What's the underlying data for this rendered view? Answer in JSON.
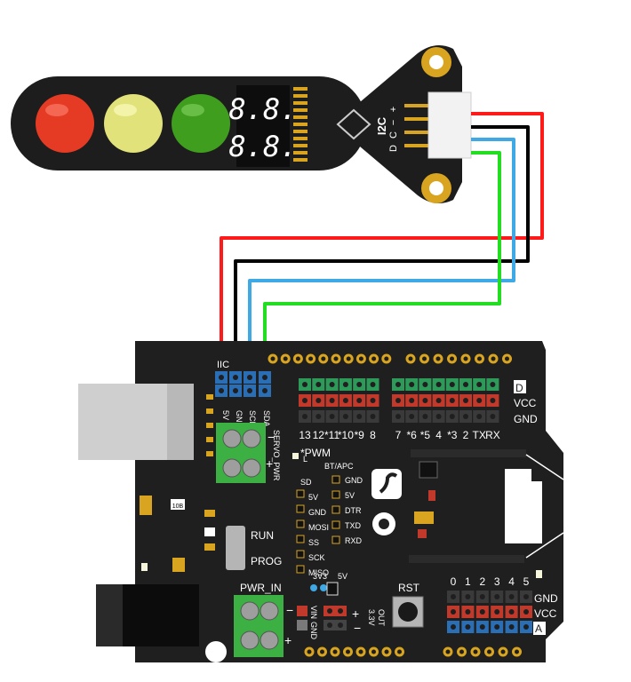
{
  "module": {
    "connector_label": "I2C",
    "pin_labels": [
      "+",
      "−",
      "C",
      "D"
    ],
    "display_digits": [
      "8.8.",
      "8.8."
    ],
    "lights": [
      {
        "name": "red",
        "color": "#e53b25"
      },
      {
        "name": "yellow",
        "color": "#e2e27a"
      },
      {
        "name": "green",
        "color": "#3f9e1e"
      }
    ]
  },
  "wires": [
    {
      "color": "#ff1a1a"
    },
    {
      "color": "#000000"
    },
    {
      "color": "#3fa9e6"
    },
    {
      "color": "#22dd22"
    }
  ],
  "board": {
    "iic_label": "IIC",
    "iic_pins": [
      "5V",
      "GND",
      "SCL",
      "SDA"
    ],
    "servo_label": "SERVO_PWR",
    "servo_minus": "−",
    "servo_plus": "+",
    "digital_numbers": [
      "13",
      "12",
      "*11",
      "*10",
      "*9",
      "8",
      "7",
      "*6",
      "*5",
      "4",
      "*3",
      "2",
      "TX",
      "RX"
    ],
    "digital_side_labels": [
      "D",
      "VCC",
      "GND"
    ],
    "pwm_label": "*PWM",
    "led_label": "L",
    "spi_header": "SD",
    "spi_pins": [
      "5V",
      "GND",
      "MOSI",
      "SS",
      "SCK",
      "MISO"
    ],
    "bt_header": "BT/APC",
    "bt_pins": [
      "GND",
      "5V",
      "DTR",
      "TXD",
      "RXD"
    ],
    "run_label": "RUN",
    "prog_label": "PROG",
    "pwr_in_label": "PWR_IN",
    "pwr_minus": "−",
    "pwr_plus": "+",
    "vin_label": "VIN",
    "gnd_label": "GND",
    "v3v3_label": "3V3",
    "v5_label": "5V",
    "out_labels": [
      "3.3V",
      "OUT"
    ],
    "out_minus": "−",
    "out_plus": "+",
    "rst_label": "RST",
    "analog_numbers": [
      "0",
      "1",
      "2",
      "3",
      "4",
      "5"
    ],
    "analog_side_labels": [
      "GND",
      "VCC",
      "A"
    ],
    "chip_label": "10B"
  },
  "colors": {
    "board": "#1f1f1f",
    "pin_green": "#2e9a5a",
    "pin_red": "#c0392b",
    "pin_blue": "#2a6fb5",
    "terminal_green": "#3cb043",
    "gold": "#d9a520"
  }
}
